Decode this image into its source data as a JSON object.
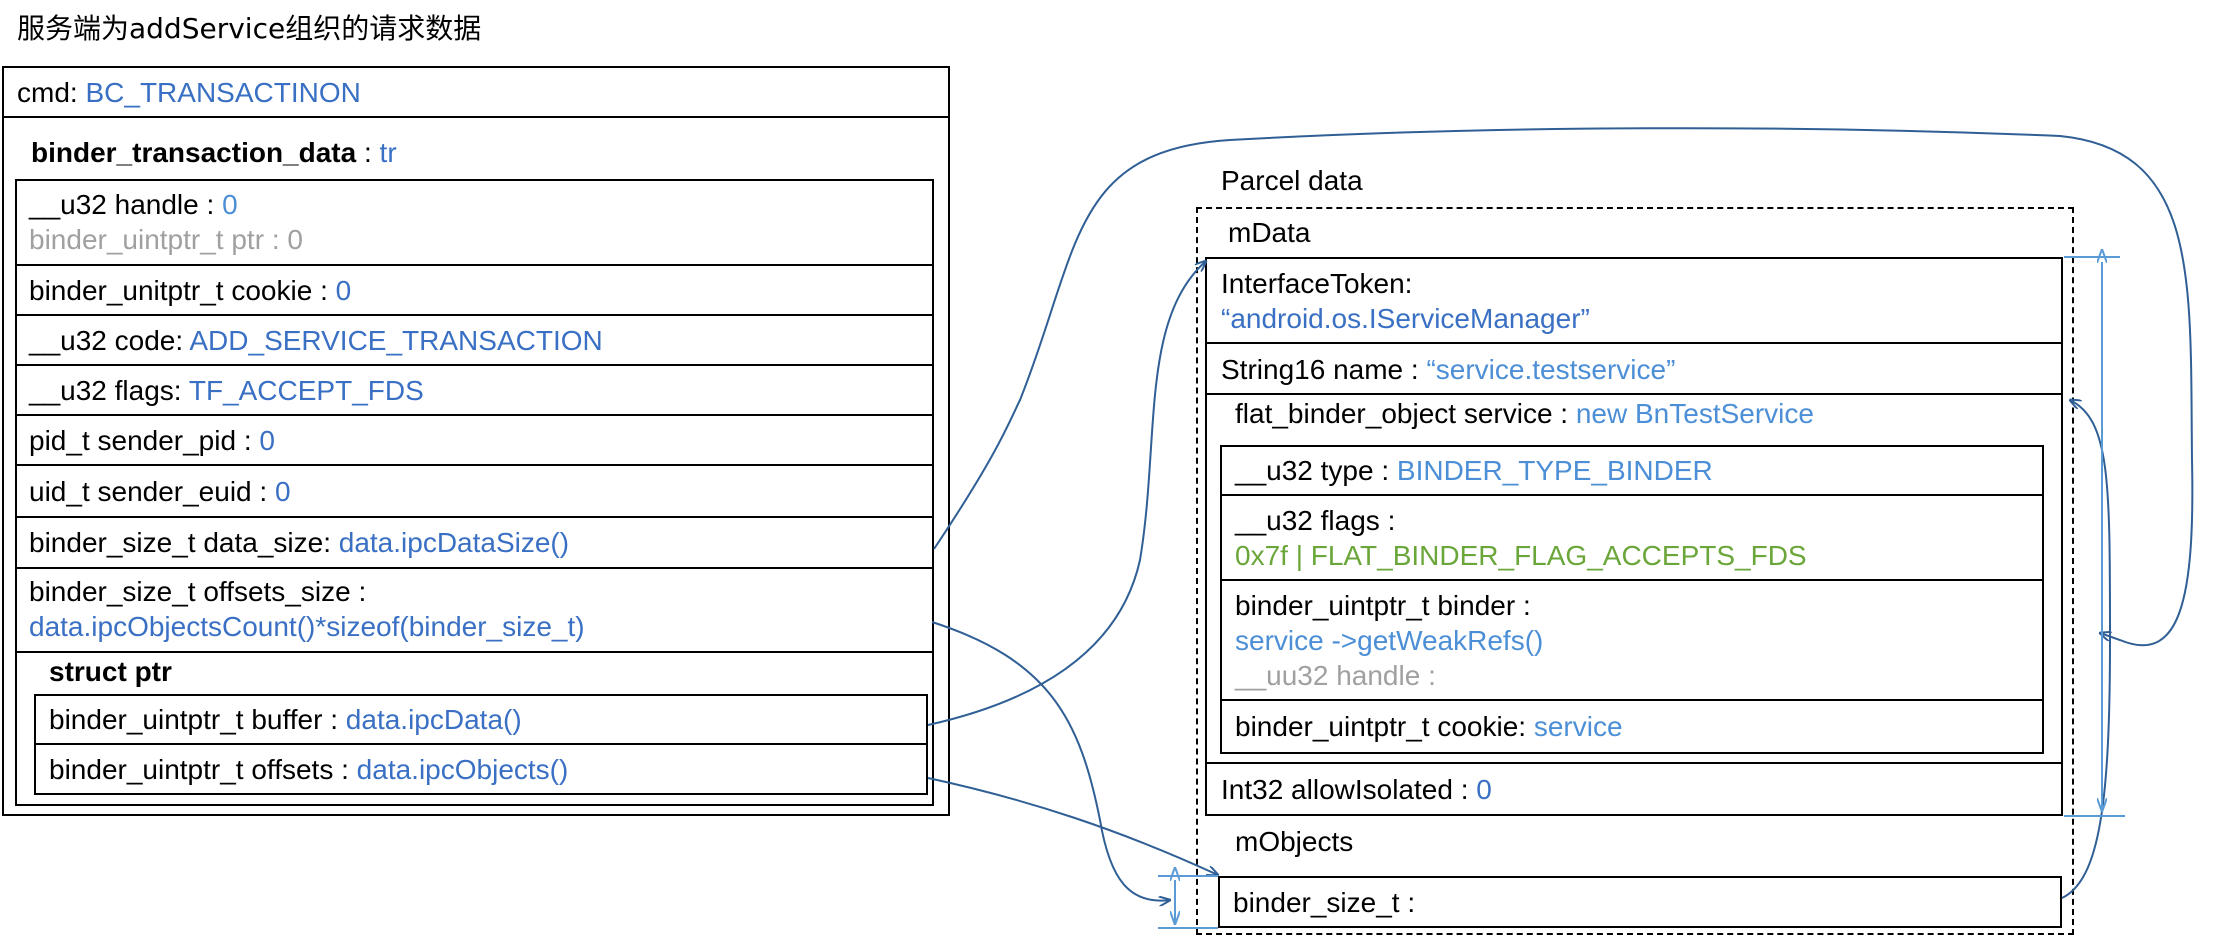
{
  "title": "服务端为addService组织的请求数据",
  "left": {
    "cmd_label": "cmd: ",
    "cmd_value": "BC_TRANSACTINON",
    "btd_label": "binder_transaction_data",
    "btd_sep": " : ",
    "btd_value": "tr",
    "handle_label": "__u32 handle : ",
    "handle_value": "0",
    "ptr_gray": "binder_uintptr_t ptr : 0",
    "cookie_label": "binder_unitptr_t cookie : ",
    "cookie_value": "0",
    "code_label": "__u32 code: ",
    "code_value": "ADD_SERVICE_TRANSACTION",
    "flags_label": "__u32 flags: ",
    "flags_value": "TF_ACCEPT_FDS",
    "pid_label": "pid_t sender_pid : ",
    "pid_value": "0",
    "uid_label": "uid_t sender_euid : ",
    "uid_value": "0",
    "datasize_label": "binder_size_t data_size: ",
    "datasize_value": "data.ipcDataSize()",
    "offsize_label": "binder_size_t offsets_size :",
    "offsize_value": "data.ipcObjectsCount()*sizeof(binder_size_t)",
    "struct_ptr": "struct ptr",
    "buffer_label": "binder_uintptr_t buffer : ",
    "buffer_value": "data.ipcData()",
    "offsets_label": "binder_uintptr_t offsets : ",
    "offsets_value": "data.ipcObjects()"
  },
  "right": {
    "parcel_title": "Parcel data",
    "mdata": "mData",
    "token_label": "InterfaceToken:",
    "token_value": "“android.os.IServiceManager”",
    "name_label": "String16 name : ",
    "name_value": "“service.testservice”",
    "fbo_label": "flat_binder_object service : ",
    "fbo_value": "new BnTestService",
    "type_label": "__u32 type : ",
    "type_value": "BINDER_TYPE_BINDER",
    "flags_label": "__u32 flags :",
    "flags_value": "0x7f | FLAT_BINDER_FLAG_ACCEPTS_FDS",
    "binder_label": "binder_uintptr_t binder :",
    "binder_value": "service ->getWeakRefs()",
    "handle_gray": "__uu32 handle :",
    "cookie_label": "binder_uintptr_t cookie: ",
    "cookie_value": "service",
    "allow_label": "Int32 allowIsolated : ",
    "allow_value": "0",
    "mobjects": "mObjects",
    "bsize_label": "binder_size_t :"
  },
  "colors": {
    "value_blue": "#3a70c4",
    "light_blue": "#4c8fd6",
    "gray": "#a0a0a0",
    "green": "#6aa63a",
    "arrow": "#2f5f95",
    "dim_arrow": "#5b9bd5"
  }
}
